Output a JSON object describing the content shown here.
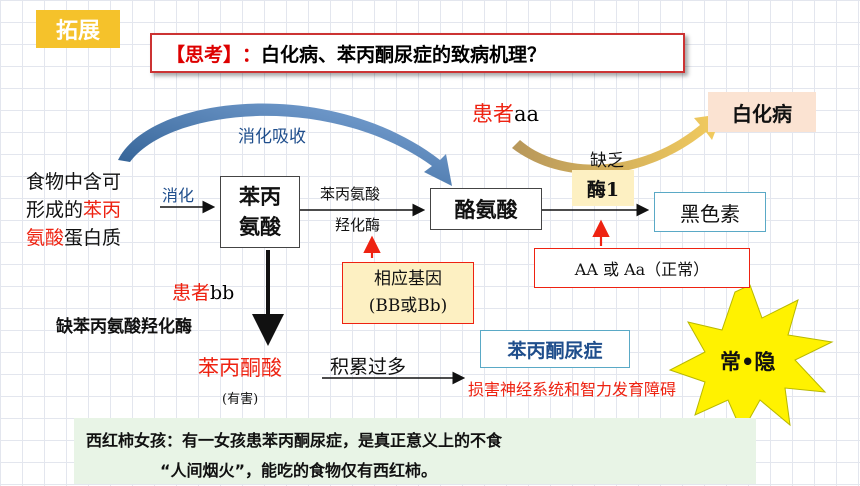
{
  "header": {
    "tag": "拓展",
    "question_prefix": "【思考】",
    "question_colon": "：",
    "question_text": "白化病、苯丙酮尿症的致病机理？"
  },
  "diagram": {
    "food_line1": "食物中含可",
    "food_line2_a": "形成的",
    "food_line2_b": "苯丙",
    "food_line3_a": "氨酸",
    "food_line3_b": "蛋白质",
    "digest_label": "消化",
    "absorb_label": "消化吸收",
    "phe_line1": "苯丙",
    "phe_line2": "氨酸",
    "enzyme_line1": "苯丙氨酸",
    "enzyme_line2": "羟化酶",
    "tyrosine": "酪氨酸",
    "gene_line1": "相应基因",
    "gene_line2": "(BB或Bb)",
    "patient_aa_a": "患者",
    "patient_aa_b": "aa",
    "albinism": "白化病",
    "lack": "缺乏",
    "enzyme1": "酶1",
    "melanin": "黑色素",
    "normal": "AA 或 Aa（正常）",
    "patient_bb_a": "患者",
    "patient_bb_b": "bb",
    "lack_enzyme": "缺苯丙氨酸羟化酶",
    "ppa": "苯丙酮酸",
    "harmful": "(有害)",
    "accumulate": "积累过多",
    "pku": "苯丙酮尿症",
    "damage": "损害神经系统和智力发育障碍",
    "star_label": "常•隐"
  },
  "footer": {
    "line1": "西红柿女孩：有一女孩患苯丙酮尿症，是真正意义上的不食",
    "line2": "“人间烟火”，能吃的食物仅有西红柿。"
  },
  "colors": {
    "tag_bg": "#f5c22b",
    "accent_red": "#e21",
    "enzyme_bg": "#fdf0c2",
    "albinism_bg": "#fbe3d2",
    "star": "#fff200",
    "footer_bg": "#e8f4e6"
  }
}
